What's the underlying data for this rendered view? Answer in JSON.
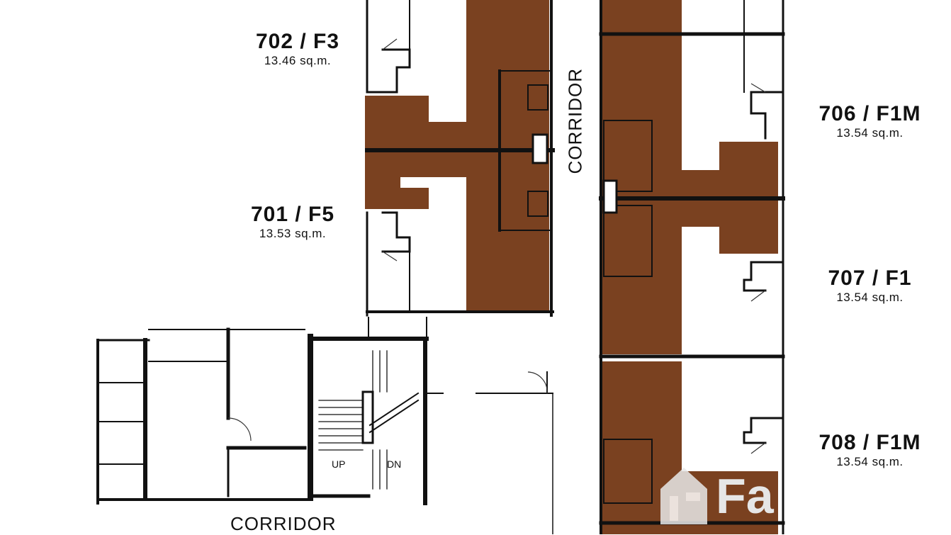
{
  "units": [
    {
      "id": "u702",
      "code": "702 / F3",
      "area": "13.46 sq.m."
    },
    {
      "id": "u701",
      "code": "701 / F5",
      "area": "13.53 sq.m."
    },
    {
      "id": "u706",
      "code": "706 / F1M",
      "area": "13.54 sq.m."
    },
    {
      "id": "u707",
      "code": "707 / F1",
      "area": "13.54 sq.m."
    },
    {
      "id": "u708",
      "code": "708 / F1M",
      "area": "13.54 sq.m."
    }
  ],
  "labels": {
    "corridor_vertical": "CORRIDOR",
    "corridor_bottom": "CORRIDOR",
    "stair_up": "UP",
    "stair_down": "DN",
    "watermark": "Fa"
  },
  "colors": {
    "highlight": "#7a4120",
    "wall": "#111111",
    "background": "#ffffff"
  }
}
